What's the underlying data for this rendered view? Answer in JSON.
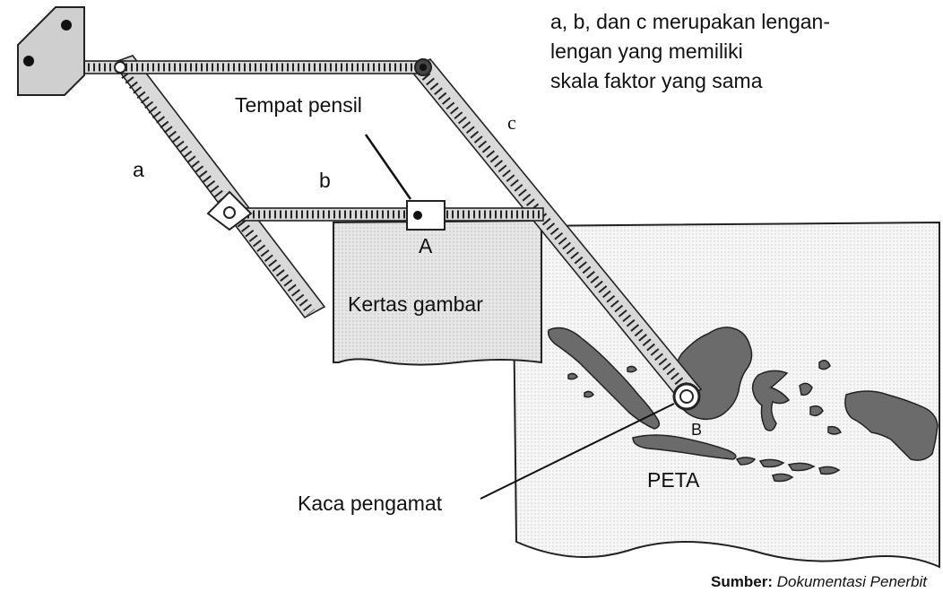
{
  "description": {
    "line1": "a, b, dan c merupakan lengan-",
    "line2": "lengan yang memiliki",
    "line3": "skala faktor yang sama"
  },
  "labels": {
    "arm_a": "a",
    "arm_b": "b",
    "arm_c": "c",
    "pencil_holder": "Tempat pensil",
    "point_a": "A",
    "point_b": "B",
    "drawing_paper": "Kertas gambar",
    "map": "PETA",
    "viewing_glass": "Kaca pengamat"
  },
  "source": {
    "label": "Sumber:",
    "value": "Dokumentasi Penerbit"
  },
  "colors": {
    "arm_fill": "#d9d9d9",
    "arm_stroke": "#222222",
    "island_fill": "#6e6e6e",
    "paper_fill": "#e4e4e4",
    "map_background": "#f4f4f4"
  }
}
